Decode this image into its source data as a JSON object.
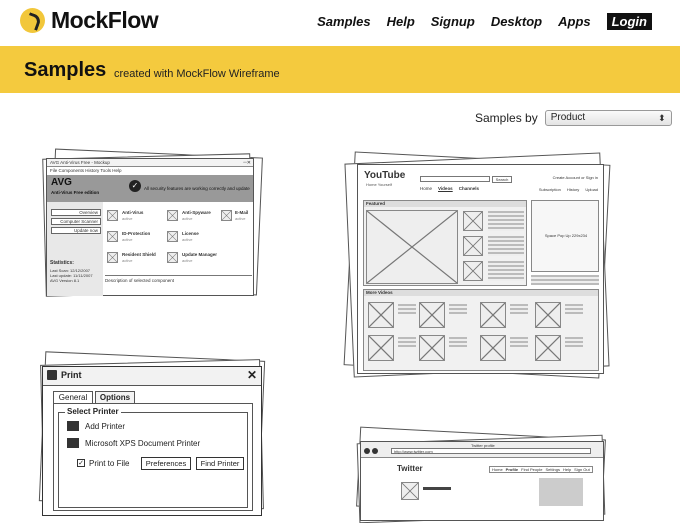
{
  "header": {
    "logo_text": "MockFlow",
    "nav": [
      "Samples",
      "Help",
      "Signup",
      "Desktop",
      "Apps",
      "Login"
    ]
  },
  "banner": {
    "title": "Samples",
    "subtitle": "created with MockFlow Wireframe"
  },
  "filter": {
    "label": "Samples by",
    "selected": "Product"
  },
  "cards": {
    "avg": {
      "title": "AVG Anti-Virus Free - Mockup",
      "menu": "File  Components  History  Tools  Help",
      "brand": "AVG",
      "brand_sub": "Anti-Virus Free edition",
      "status": "All security features are working correctly and update",
      "buttons": [
        "Overview",
        "Computer Scanner",
        "Update now"
      ],
      "stats_title": "Statistics:",
      "stats": "Last Scan: 12/12/2007\nLast update: 11/11/2007\nAVG Version 8.1",
      "items": [
        "Anti-Virus",
        "Anti-Spyware",
        "E-Mail",
        "ID-Protection",
        "License",
        "Resident Shield",
        "Update Manager"
      ],
      "item_state": "active",
      "footer": "Description of selected component"
    },
    "youtube": {
      "logo": "YouTube",
      "tagline": "Home Yourself",
      "tabs": [
        "Home",
        "Videos",
        "Channels"
      ],
      "search": "Search",
      "account": "Create Account or Sign in",
      "links": [
        "Subscription",
        "History",
        "Upload"
      ],
      "featured": "Featured",
      "ad": "Space Pop Up 229x234",
      "more": "More Videos"
    },
    "print": {
      "title": "Print",
      "tabs": [
        "General",
        "Options"
      ],
      "group": "Select Printer",
      "printers": [
        "Add Printer",
        "Microsoft XPS Document Printer"
      ],
      "print_to_file": "Print to File",
      "preferences": "Preferences",
      "find": "Find Printer"
    },
    "twitter": {
      "window_title": "Twitter profile",
      "url": "http://www.twitter.com",
      "logo": "Twitter",
      "links": [
        "Home",
        "Profile",
        "Find People",
        "Settings",
        "Help",
        "Sign Out"
      ]
    }
  }
}
